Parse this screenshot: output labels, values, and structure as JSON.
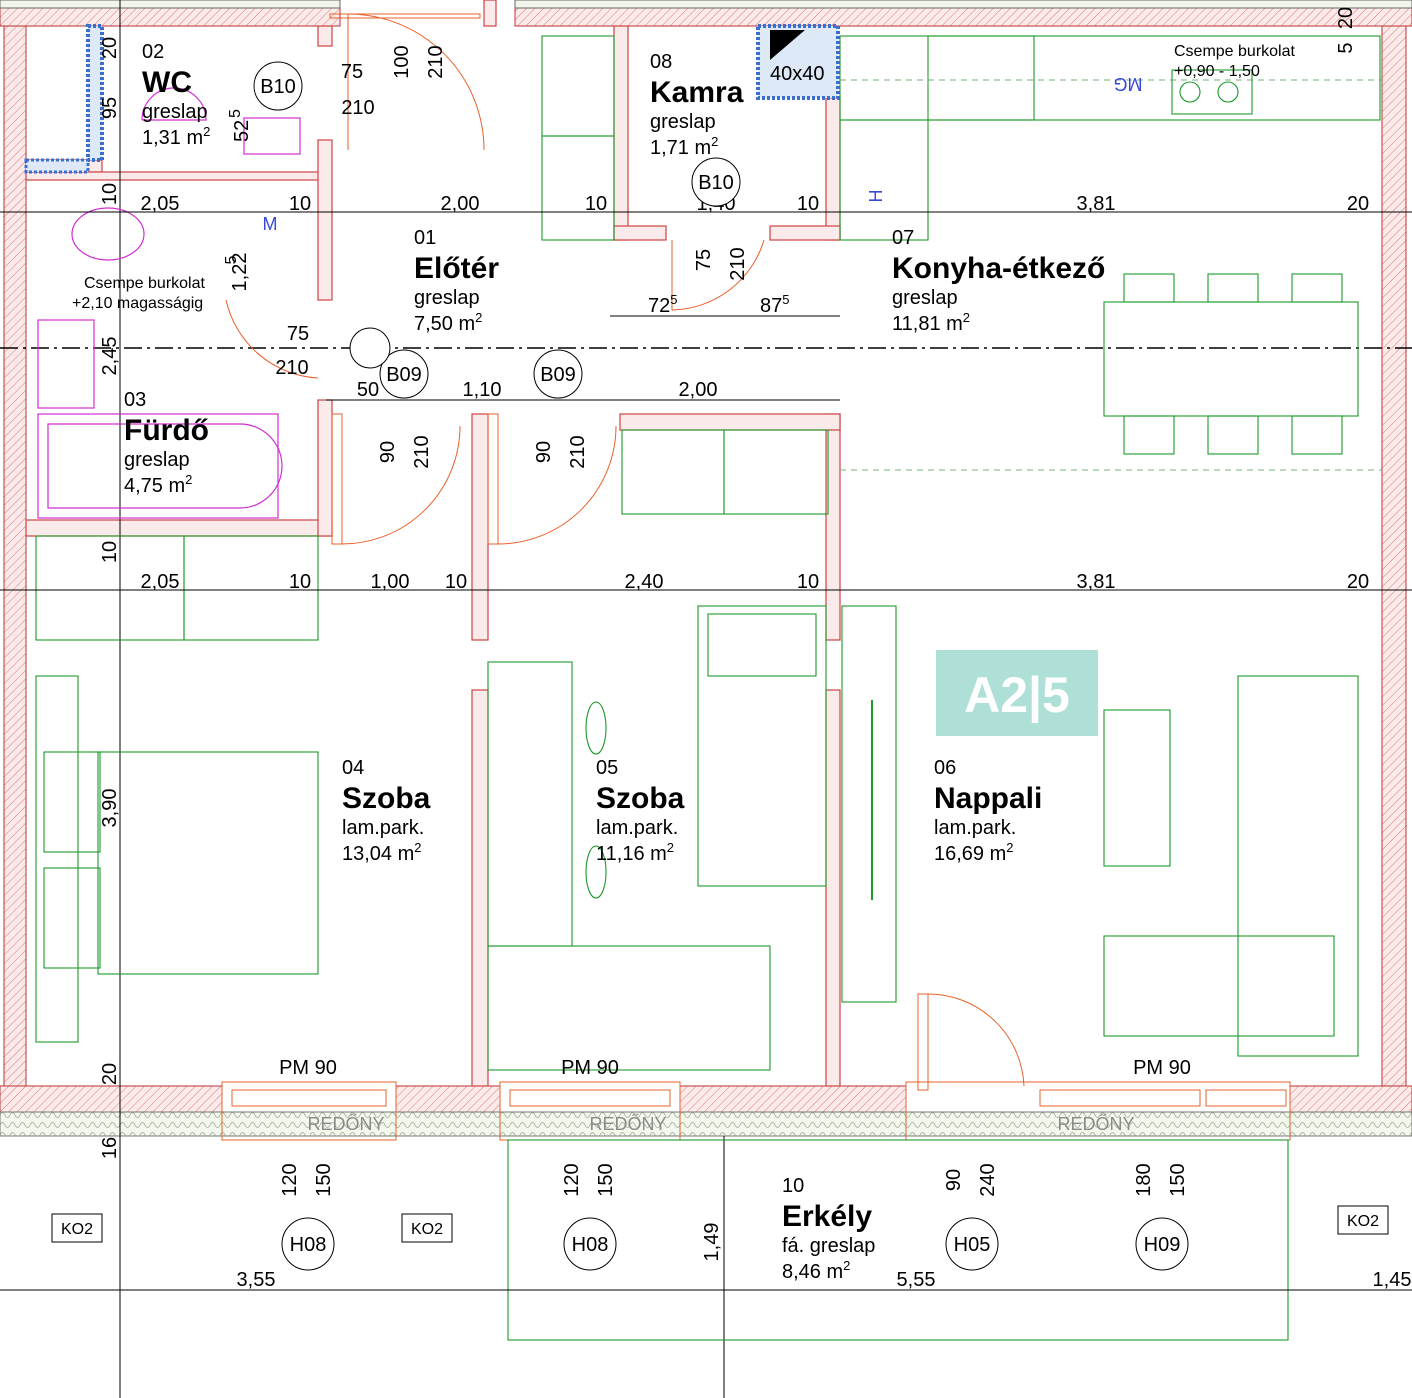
{
  "rooms": [
    {
      "num": "02",
      "name": "WC",
      "mat": "greslap",
      "area": "1,31 m",
      "sup": "2"
    },
    {
      "num": "08",
      "name": "Kamra",
      "mat": "greslap",
      "area": "1,71 m",
      "sup": "2"
    },
    {
      "num": "01",
      "name": "Előtér",
      "mat": "greslap",
      "area": "7,50 m",
      "sup": "2"
    },
    {
      "num": "07",
      "name": "Konyha-étkező",
      "mat": "greslap",
      "area": "11,81 m",
      "sup": "2"
    },
    {
      "num": "03",
      "name": "Fürdő",
      "mat": "greslap",
      "area": "4,75 m",
      "sup": "2"
    },
    {
      "num": "04",
      "name": "Szoba",
      "mat": "lam.park.",
      "area": "13,04 m",
      "sup": "2"
    },
    {
      "num": "05",
      "name": "Szoba",
      "mat": "lam.park.",
      "area": "11,16 m",
      "sup": "2"
    },
    {
      "num": "06",
      "name": "Nappali",
      "mat": "lam.park.",
      "area": "16,69 m",
      "sup": "2"
    },
    {
      "num": "10",
      "name": "Erkély",
      "mat": "fá. greslap",
      "area": "8,46 m",
      "sup": "2"
    }
  ],
  "dims_row1": [
    "2,05",
    "10",
    "2,00",
    "10",
    "1,40",
    "10",
    "3,81",
    "20"
  ],
  "dims_row2": [
    "2,05",
    "10",
    "1,00",
    "10",
    "2,40",
    "10",
    "3,81",
    "20"
  ],
  "dims_row3": [
    "50",
    "1,10",
    "2,00"
  ],
  "dims_bottom": [
    "3,55",
    "5,55",
    "1,45"
  ],
  "dims_vertical": [
    "20",
    "95",
    "10",
    "1,22",
    "2,45",
    "10",
    "3,90",
    "20",
    "16",
    "1,49",
    "20",
    "5"
  ],
  "kitchen_dims": [
    "72",
    "5",
    "87",
    "5"
  ],
  "dim_52": [
    "52",
    "5"
  ],
  "dim_122_sup": "5",
  "door_marks": [
    "B10",
    "B10",
    "B09",
    "B09"
  ],
  "door_texts": [
    "75",
    "100",
    "210",
    "210",
    "75",
    "210",
    "75",
    "210",
    "90",
    "210",
    "90",
    "210"
  ],
  "window_marks": [
    "H08",
    "H08",
    "H05",
    "H09"
  ],
  "window_texts": [
    "120",
    "150",
    "120",
    "150",
    "90",
    "240",
    "180",
    "150"
  ],
  "pm_labels": [
    "PM 90",
    "PM 90",
    "PM 90"
  ],
  "redony": [
    "REDŐNY",
    "REDŐNY",
    "REDŐNY"
  ],
  "ko2": [
    "KO2",
    "KO2",
    "KO2"
  ],
  "notes": {
    "vent": "40x40",
    "tile_bath_1": "Csempe burkolat",
    "tile_bath_2": "+2,10 magasságig",
    "tile_kitchen_1": "Csempe burkolat",
    "tile_kitchen_2": "+0,90 - 1,50",
    "mg": "MG",
    "m": "M",
    "h": "H"
  },
  "badge": "A2|5",
  "colors": {
    "wall": "#c44",
    "furniture": "#1c9a2a",
    "sanitary": "#d22fd2",
    "door": "#e8602a",
    "badge": "#aee0d8"
  }
}
